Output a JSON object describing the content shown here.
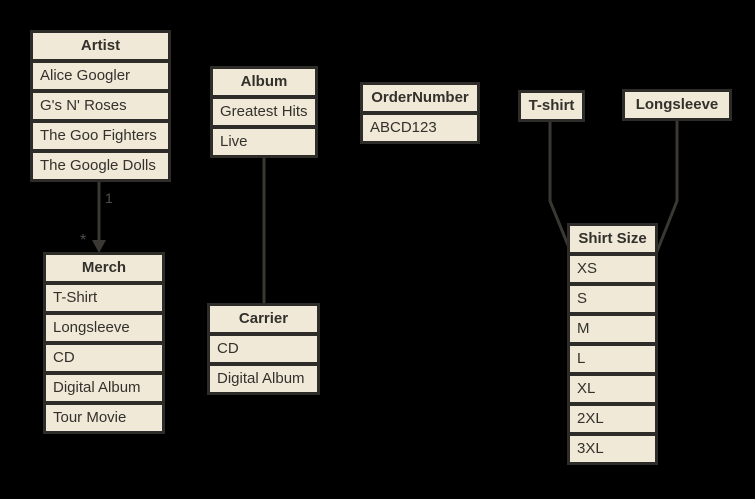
{
  "diagram": {
    "background_color": "#000000",
    "box_fill_color": "#f0e9d8",
    "box_border_color": "#2e2c28",
    "box_text_color": "#33312b",
    "connector_color": "#3a3833",
    "connector_label_color": "#504e48",
    "boxes": {
      "artist": {
        "title": "Artist",
        "rows": [
          "Alice Googler",
          "G's N' Roses",
          "The Goo Fighters",
          "The Google Dolls"
        ]
      },
      "album": {
        "title": "Album",
        "rows": [
          "Greatest Hits",
          "Live"
        ]
      },
      "order_number": {
        "title": "OrderNumber",
        "rows": [
          "ABCD123"
        ]
      },
      "tshirt": {
        "title": "T-shirt",
        "rows": []
      },
      "longsleeve": {
        "title": "Longsleeve",
        "rows": []
      },
      "merch": {
        "title": "Merch",
        "rows": [
          "T-Shirt",
          "Longsleeve",
          "CD",
          "Digital Album",
          "Tour Movie"
        ]
      },
      "carrier": {
        "title": "Carrier",
        "rows": [
          "CD",
          "Digital Album"
        ]
      },
      "shirt_size": {
        "title": "Shirt Size",
        "rows": [
          "XS",
          "S",
          "M",
          "L",
          "XL",
          "2XL",
          "3XL"
        ]
      }
    },
    "connectors": [
      {
        "from": "Artist",
        "to": "Merch",
        "source_label": "1",
        "target_label": "*",
        "arrowhead": true
      },
      {
        "from": "Album",
        "to": "Carrier"
      },
      {
        "from": "T-shirt",
        "to": "Shirt Size"
      },
      {
        "from": "Longsleeve",
        "to": "Shirt Size"
      }
    ]
  }
}
